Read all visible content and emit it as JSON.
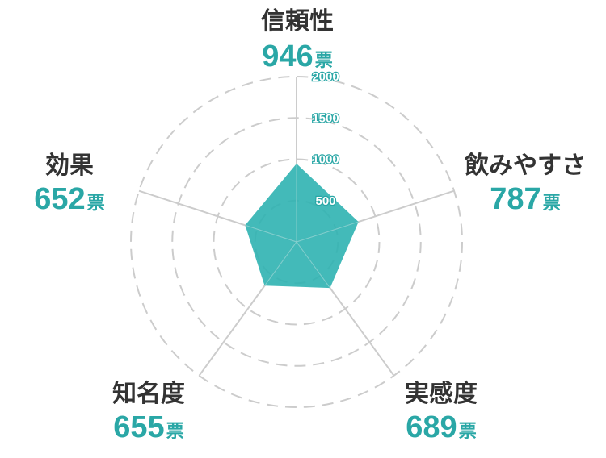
{
  "chart_data": {
    "type": "radar",
    "categories": [
      "信頼性",
      "飲みやすさ",
      "実感度",
      "知名度",
      "効果"
    ],
    "values": [
      946,
      787,
      689,
      655,
      652
    ],
    "unit": "票",
    "rlim": [
      0,
      2000
    ],
    "ticks": [
      500,
      1000,
      1500,
      2000
    ],
    "tick_labels": [
      "500",
      "1000",
      "1500",
      "2000"
    ],
    "grid": "dashed-circles",
    "colors": {
      "fill": "#2fb3b1",
      "value_text": "#2aa7a6",
      "label_text": "#333333",
      "grid": "#cccccc",
      "axis": "#cccccc"
    }
  }
}
